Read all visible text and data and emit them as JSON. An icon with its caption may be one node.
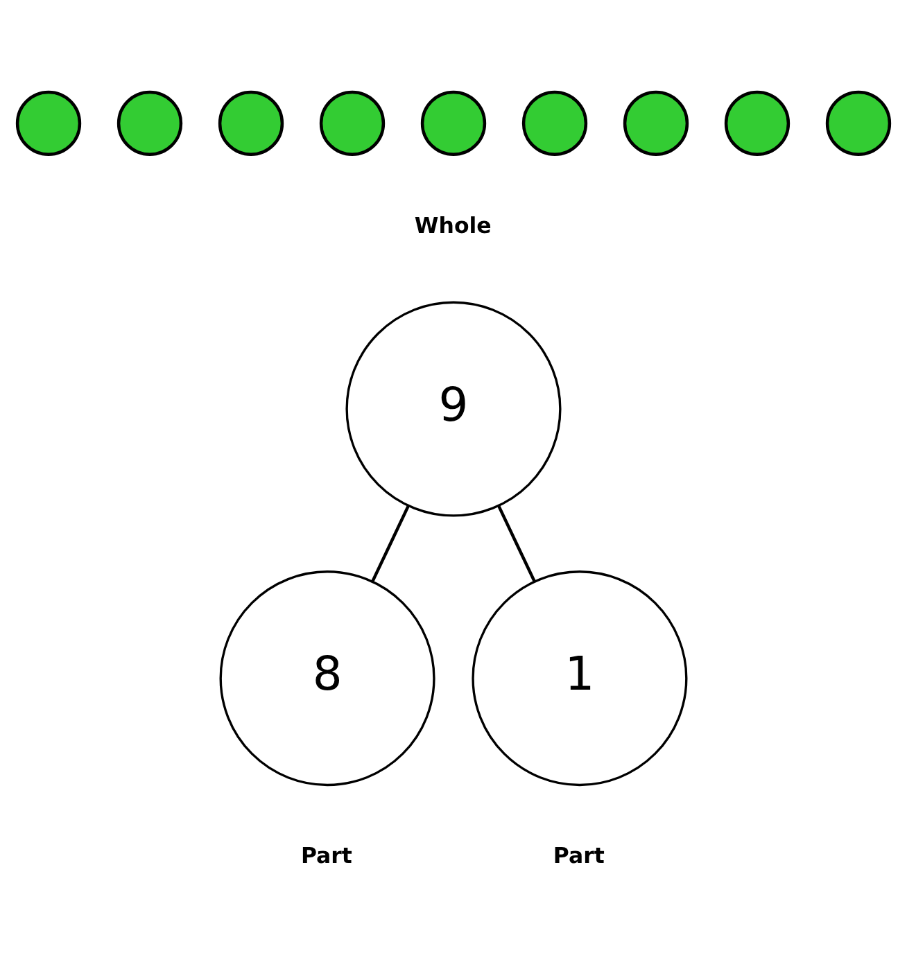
{
  "diagram": {
    "nodes": [
      {
        "text": [],
        "shape": "circle"
      },
      {
        "text": [],
        "shape": "circle"
      },
      {
        "text": [],
        "shape": "circle"
      },
      {
        "text": [],
        "shape": "circle"
      },
      {
        "text": [],
        "shape": "circle"
      },
      {
        "text": [],
        "shape": "circle"
      },
      {
        "text": [],
        "shape": "circle"
      },
      {
        "text": [],
        "shape": "circle"
      },
      {
        "text": [],
        "shape": "circle"
      },
      {
        "text": [
          "9"
        ],
        "beside": [
          "Whole"
        ]
      },
      {
        "text": [
          "8"
        ],
        "beside": [
          "Part"
        ]
      },
      {
        "text": [
          "1"
        ],
        "beside": [
          "Part"
        ]
      }
    ],
    "edges": [
      {
        "from": 9,
        "to": 10,
        "arrow": "none"
      },
      {
        "from": 9,
        "to": 11,
        "arrow": "none"
      }
    ]
  }
}
